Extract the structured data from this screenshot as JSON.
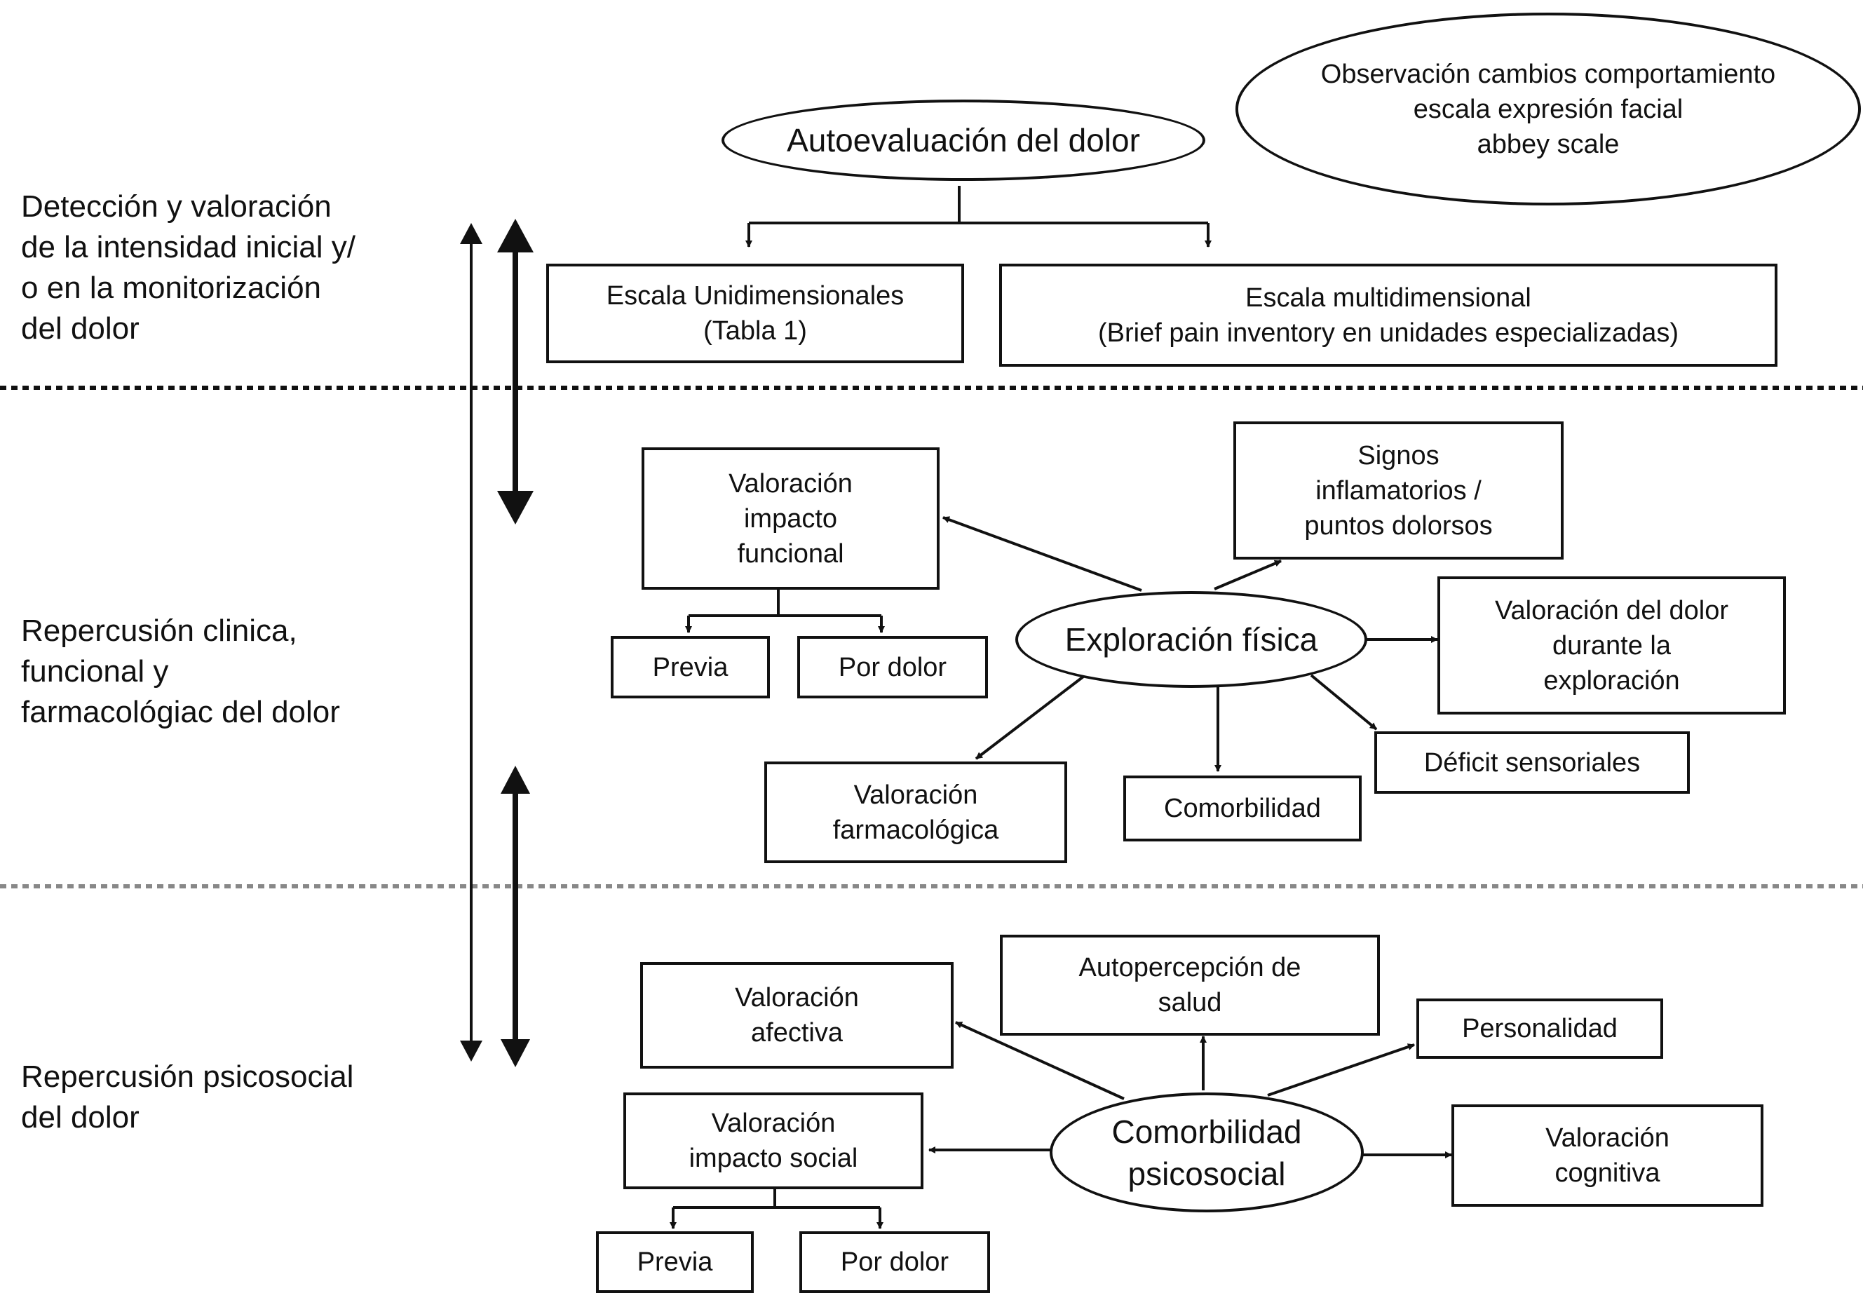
{
  "sections": {
    "deteccion": [
      "Detección y valoración",
      "de la intensidad inicial y/",
      "o en la monitorización",
      "del dolor"
    ],
    "clinica": [
      "Repercusión clinica,",
      "funcional y",
      "farmacológiac del dolor"
    ],
    "psicosocial": [
      "Repercusión psicosocial",
      "del dolor"
    ]
  },
  "nodes": {
    "autoevaluacion": [
      "Autoevaluación del dolor"
    ],
    "observacion": [
      "Observación cambios comportamiento",
      "escala expresión facial",
      "abbey scale"
    ],
    "unidimensionales": [
      "Escala Unidimensionales",
      "(Tabla 1)"
    ],
    "multidimensional": [
      "Escala multidimensional",
      "(Brief pain inventory en unidades especializadas)"
    ],
    "impacto_funcional": [
      "Valoración",
      "impacto",
      "funcional"
    ],
    "previa_1": [
      "Previa"
    ],
    "por_dolor_1": [
      "Por dolor"
    ],
    "signos": [
      "Signos",
      "inflamatorios /",
      "puntos dolorsos"
    ],
    "exploracion": [
      "Exploración física"
    ],
    "dolor_exploracion": [
      "Valoración del dolor",
      "durante la",
      "exploración"
    ],
    "deficit": [
      "Déficit sensoriales"
    ],
    "comorbilidad": [
      "Comorbilidad"
    ],
    "farmacologica": [
      "Valoración",
      "farmacológica"
    ],
    "afectiva": [
      "Valoración",
      "afectiva"
    ],
    "autopercepcion": [
      "Autopercepción de",
      "salud"
    ],
    "personalidad": [
      "Personalidad"
    ],
    "impacto_social": [
      "Valoración",
      "impacto social"
    ],
    "comorbilidad_psicosocial": [
      "Comorbilidad",
      "psicosocial"
    ],
    "cognitiva": [
      "Valoración",
      "cognitiva"
    ],
    "previa_2": [
      "Previa"
    ],
    "por_dolor_2": [
      "Por dolor"
    ]
  }
}
